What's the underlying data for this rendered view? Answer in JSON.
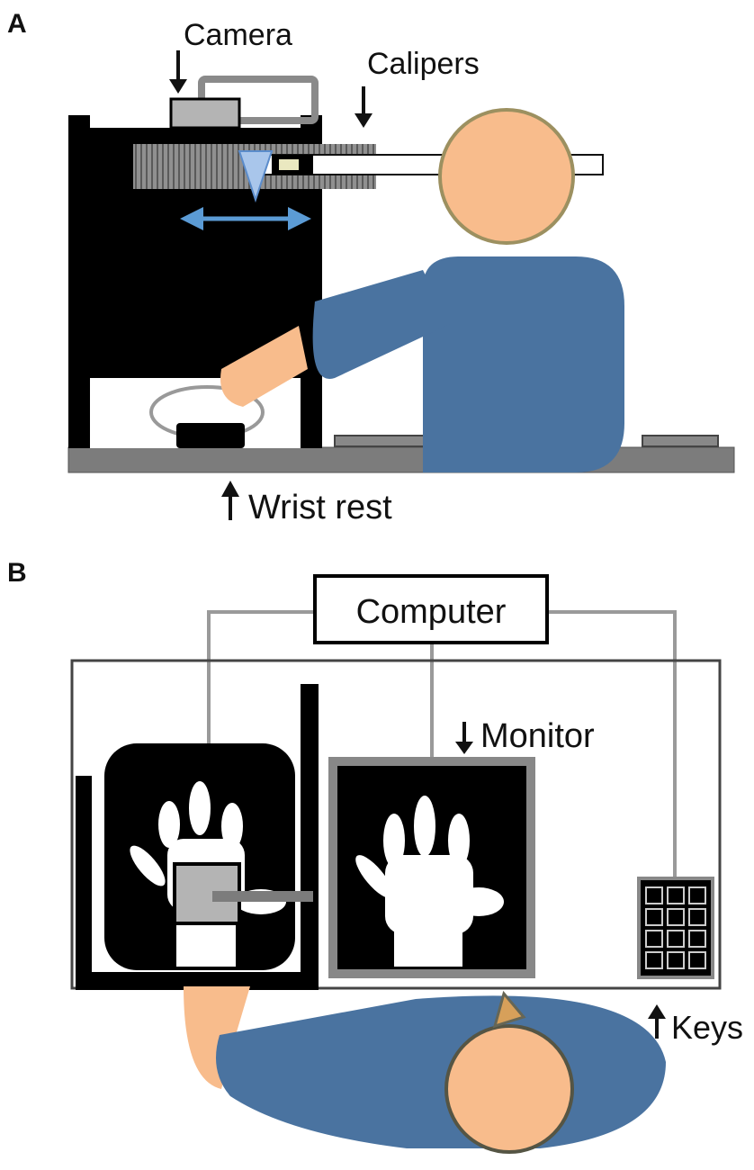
{
  "panels": {
    "a": {
      "letter": "A",
      "labels": {
        "camera": "Camera",
        "calipers": "Calipers",
        "wrist_rest": "Wrist rest"
      }
    },
    "b": {
      "letter": "B",
      "labels": {
        "computer": "Computer",
        "monitor": "Monitor",
        "keys": "Keys"
      }
    }
  },
  "colors": {
    "box": "#000000",
    "skin": "#F8BC8C",
    "shirt": "#4A73A0",
    "head_outline": "#9C9060",
    "caliper_gray": "#8A8A8A",
    "camera_gray": "#B4B4B4",
    "arrow_blue": "#5B9BD5",
    "triangle_blue": "#A9C6EB",
    "table_gray": "#7C7C7C",
    "cable_gray": "#9A9A9A",
    "nose": "#D7A05A"
  }
}
